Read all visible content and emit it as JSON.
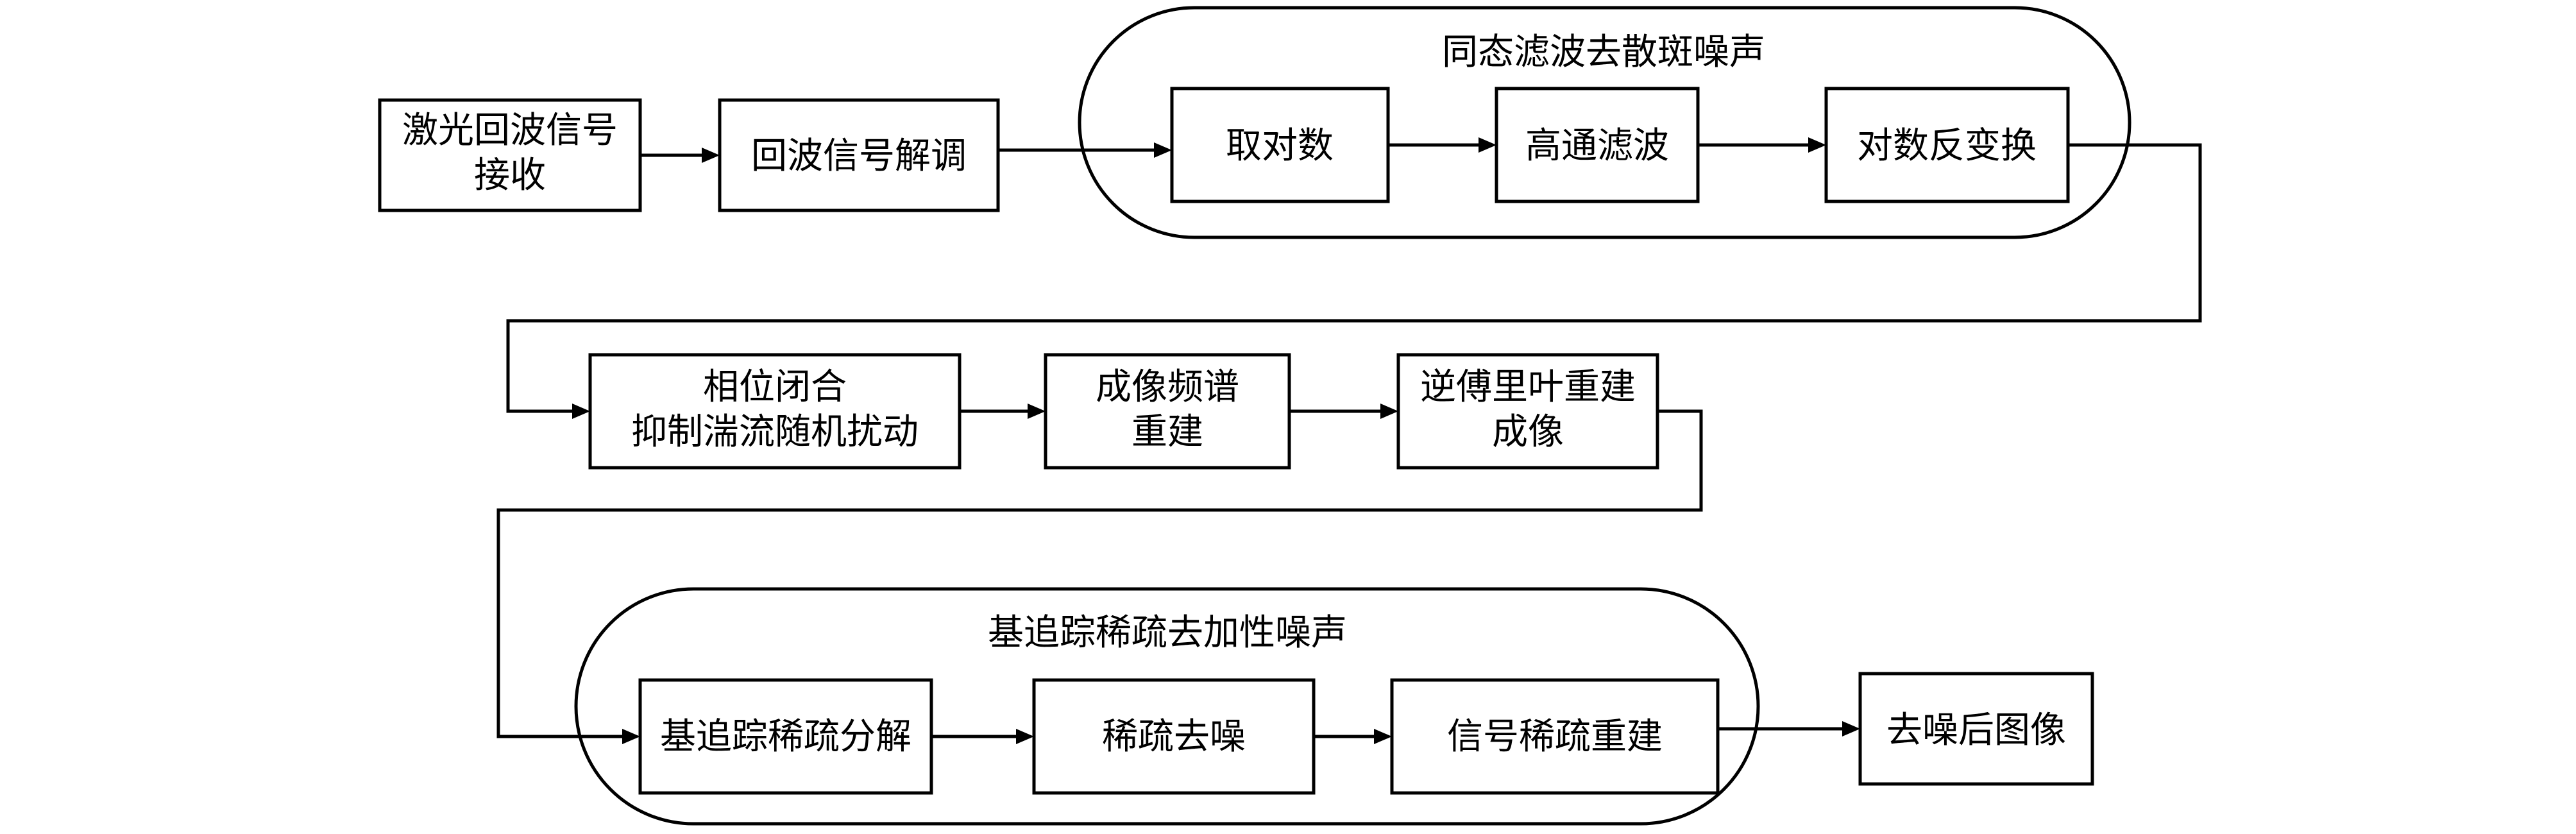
{
  "diagram": {
    "groups": {
      "homomorphic": "同态滤波去散斑噪声",
      "basis_pursuit": "基追踪稀疏去加性噪声"
    },
    "nodes": {
      "laser_receive": [
        "激光回波信号",
        "接收"
      ],
      "demodulation": [
        "回波信号解调"
      ],
      "log": [
        "取对数"
      ],
      "highpass": [
        "高通滤波"
      ],
      "inverse_log": [
        "对数反变换"
      ],
      "phase_closure": [
        "相位闭合",
        "抑制湍流随机扰动"
      ],
      "spectrum_rebuild": [
        "成像频谱",
        "重建"
      ],
      "inverse_fourier": [
        "逆傅里叶重建",
        "成像"
      ],
      "bp_decompose": [
        "基追踪稀疏分解"
      ],
      "sparse_denoise": [
        "稀疏去噪"
      ],
      "signal_rebuild": [
        "信号稀疏重建"
      ],
      "denoised_image": [
        "去噪后图像"
      ]
    }
  }
}
